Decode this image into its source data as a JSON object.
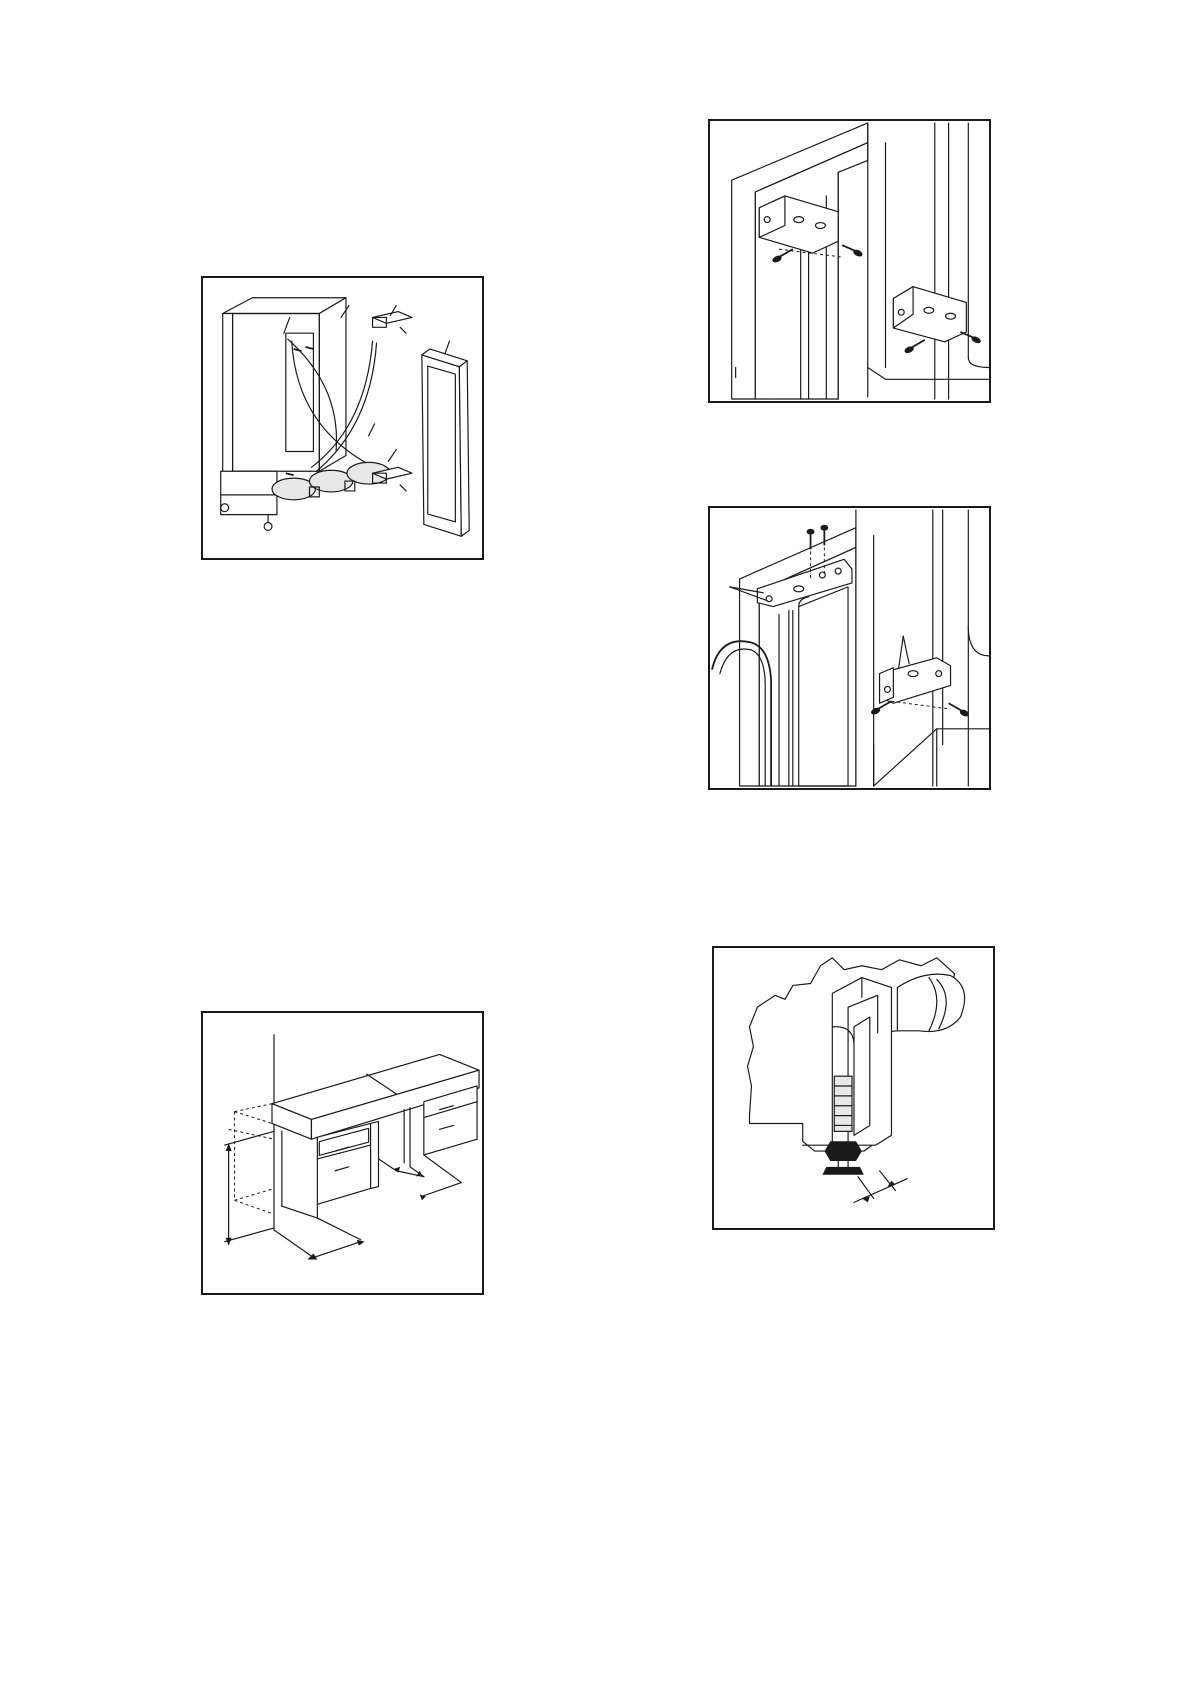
{
  "figures": [
    {
      "id": "cabinet",
      "description_visible": false
    },
    {
      "id": "bracket-top",
      "description_visible": false
    },
    {
      "id": "bracket-hinge",
      "description_visible": false
    },
    {
      "id": "worktop",
      "description_visible": false
    },
    {
      "id": "foot",
      "description_visible": false
    }
  ],
  "colors": {
    "line": "#1a1a1a",
    "background": "#ffffff"
  }
}
